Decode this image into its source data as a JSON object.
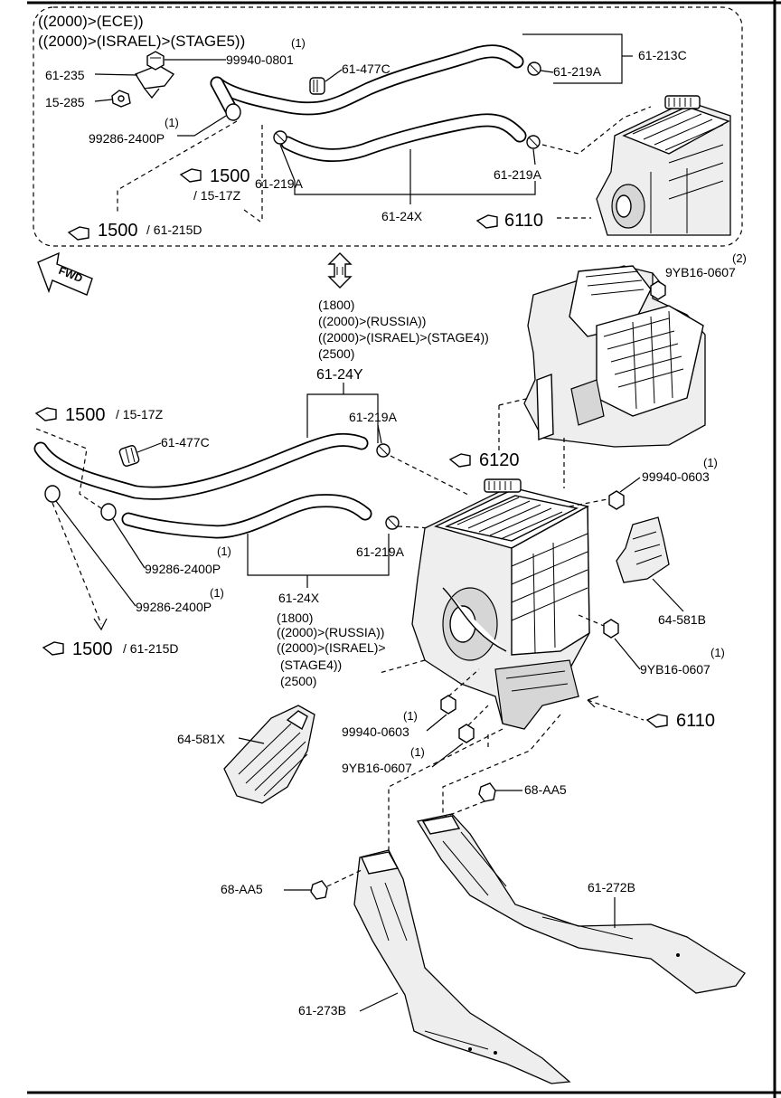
{
  "top_box": {
    "cond1": "((2000)>(ECE))",
    "cond2": "((2000)>(ISRAEL)>(STAGE5))",
    "qty_99940_0801": "(1)",
    "p_99940_0801": "99940-0801",
    "p_61_235": "61-235",
    "p_15_285": "15-285",
    "p_61_477C": "61-477C",
    "p_61_213C": "61-213C",
    "p_61_219A_a": "61-219A",
    "qty_99286": "(1)",
    "p_99286": "99286-2400P",
    "ref_1500": "1500",
    "ref_15_17Z": "/ 15-17Z",
    "p_61_219A_b": "61-219A",
    "p_61_219A_c": "61-219A",
    "p_61_24X": "61-24X",
    "ref_6110": "6110",
    "ref_1500b": "1500",
    "ref_61_215D": "/ 61-215D"
  },
  "fwd": "FWD",
  "mid_cond": {
    "c1": "(1800)",
    "c2": "((2000)>(RUSSIA))",
    "c3": "((2000)>(ISRAEL)>(STAGE4))",
    "c4": "(2500)"
  },
  "main": {
    "p_61_24Y": "61-24Y",
    "qty_9YB_top": "(2)",
    "p_9YB_top": "9YB16-0607",
    "ref_1500": "1500",
    "ref_15_17Z": "/ 15-17Z",
    "p_61_219A_a": "61-219A",
    "p_61_477C": "61-477C",
    "ref_6120": "6120",
    "qty_99940_0603_r": "(1)",
    "p_99940_0603_r": "99940-0603",
    "qty_99286_a": "(1)",
    "p_99286_a": "99286-2400P",
    "qty_99286_b": "(1)",
    "p_99286_b": "99286-2400P",
    "p_61_219A_b": "61-219A",
    "p_61_24X": "61-24X",
    "c1": "(1800)",
    "c2": "((2000)>(RUSSIA))",
    "c3": "((2000)>(ISRAEL)>",
    "c3b": "(STAGE4))",
    "c4": "(2500)",
    "ref_61_215D": "/ 61-215D",
    "p_64_581B": "64-581B",
    "qty_9YB_r": "(1)",
    "p_9YB_r": "9YB16-0607",
    "qty_99940_0603": "(1)",
    "p_99940_0603": "99940-0603",
    "ref_6110": "6110",
    "p_64_581X": "64-581X",
    "qty_9YB_b": "(1)",
    "p_9YB_b": "9YB16-0607",
    "p_68_AA5_a": "68-AA5",
    "p_68_AA5_b": "68-AA5",
    "p_61_272B": "61-272B",
    "p_61_273B": "61-273B"
  }
}
